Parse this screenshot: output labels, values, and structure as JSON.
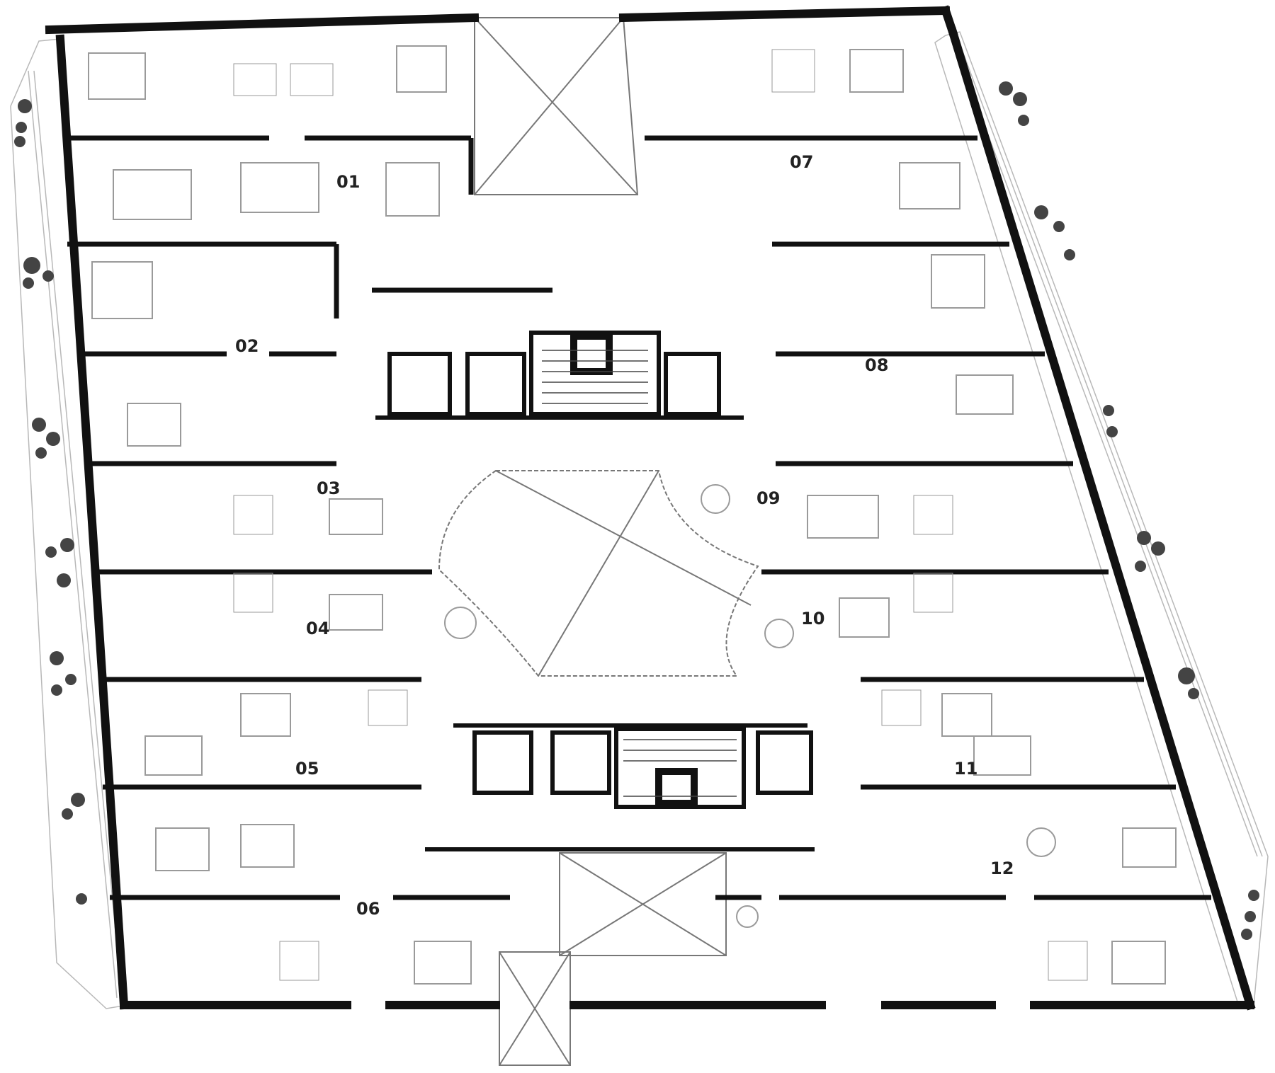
{
  "plan": {
    "units": [
      {
        "id": "01",
        "label": "01"
      },
      {
        "id": "02",
        "label": "02"
      },
      {
        "id": "03",
        "label": "03"
      },
      {
        "id": "04",
        "label": "04"
      },
      {
        "id": "05",
        "label": "05"
      },
      {
        "id": "06",
        "label": "06"
      },
      {
        "id": "07",
        "label": "07"
      },
      {
        "id": "08",
        "label": "08"
      },
      {
        "id": "09",
        "label": "09"
      },
      {
        "id": "10",
        "label": "10"
      },
      {
        "id": "11",
        "label": "11"
      },
      {
        "id": "12",
        "label": "12"
      }
    ],
    "colors": {
      "wall": "#111111",
      "line": "#8a8a8a",
      "thin": "#b0b0b0",
      "tree": "#444444",
      "bg": "#ffffff"
    }
  }
}
